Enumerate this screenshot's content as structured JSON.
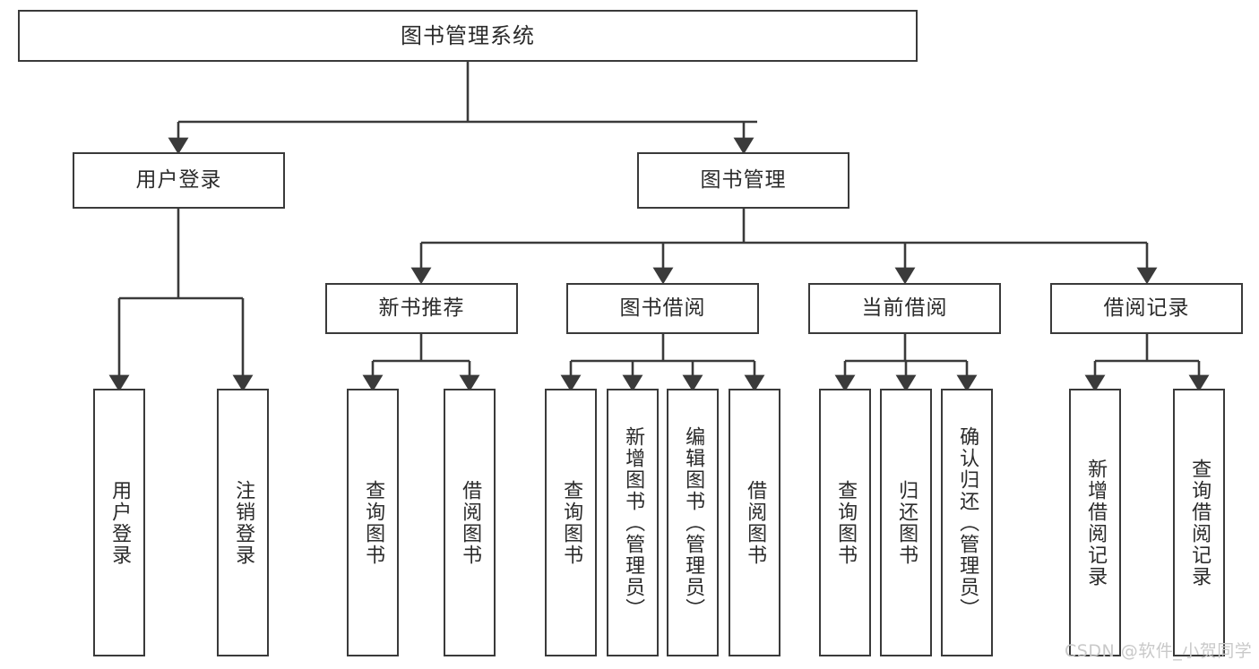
{
  "diagram": {
    "title": "图书管理系统",
    "root": {
      "label": "图书管理系统"
    },
    "level2": [
      {
        "label": "用户登录"
      },
      {
        "label": "图书管理"
      }
    ],
    "level3": [
      {
        "label": "新书推荐"
      },
      {
        "label": "图书借阅"
      },
      {
        "label": "当前借阅"
      },
      {
        "label": "借阅记录"
      }
    ],
    "leaves_user_login": [
      {
        "label": "用户登录"
      },
      {
        "label": "注销登录"
      }
    ],
    "leaves_new_book": [
      {
        "label": "查询图书"
      },
      {
        "label": "借阅图书"
      }
    ],
    "leaves_borrow": [
      {
        "label": "查询图书"
      },
      {
        "label": "新增图书（管理员）"
      },
      {
        "label": "编辑图书（管理员）"
      },
      {
        "label": "借阅图书"
      }
    ],
    "leaves_current": [
      {
        "label": "查询图书"
      },
      {
        "label": "归还图书"
      },
      {
        "label": "确认归还（管理员）"
      }
    ],
    "leaves_records": [
      {
        "label": "新增借阅记录"
      },
      {
        "label": "查询借阅记录"
      }
    ],
    "colors": {
      "box_border": "#3a3a3a",
      "box_fill": "#ffffff",
      "text": "#2b2b2b",
      "connector": "#3a3a3a",
      "watermark": "#c9c9c9",
      "background": "#ffffff"
    }
  },
  "watermark": {
    "text": "CSDN @软件_小贺同学"
  }
}
